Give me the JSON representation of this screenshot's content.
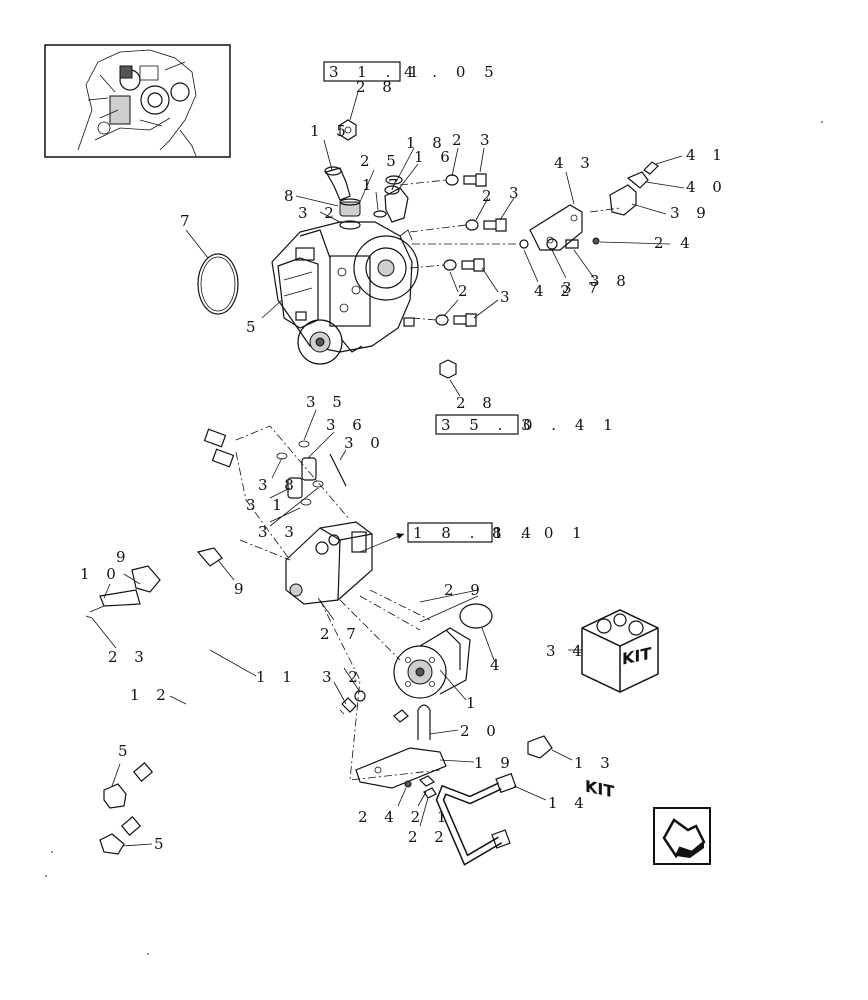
{
  "refs": {
    "r1": {
      "boxed": "3 1 . 1",
      "rest": "4 . 0 5"
    },
    "r2": {
      "boxed": "3 5 . 3",
      "rest": "0 . 4 1"
    },
    "r3": {
      "boxed": "1 8 . 1 4",
      "rest": "8 . 0 1"
    }
  },
  "labels": {
    "l28a": "2 8",
    "l15": "1 5",
    "l18": "1 8",
    "l2a": "2",
    "l3a": "3",
    "l25": "2 5",
    "l16": "1 6",
    "l17": "1 7",
    "l8": "8",
    "l32a": "3 2",
    "l2b": "2",
    "l3b": "3",
    "l43": "4 3",
    "l41": "4 1",
    "l40": "4 0",
    "l39": "3 9",
    "l24a": "2 4",
    "l7": "7",
    "l42a": "4 2",
    "l37": "3 7",
    "l38a": "3 8",
    "l2c": "2",
    "l3c": "3",
    "l5a": "5",
    "l28b": "2 8",
    "l35": "3 5",
    "l36": "3 6",
    "l30": "3 0",
    "l38b": "3 8",
    "l31": "3 1",
    "l33": "3 3",
    "l9a": "9",
    "l10": "1 0",
    "l9b": "9",
    "l29": "2 9",
    "l23": "2 3",
    "l27": "2 7",
    "l4": "4",
    "l34": "3 4",
    "l11": "1 1",
    "l32b": "3 2",
    "l1": "1",
    "l12": "1 2",
    "l20": "2 0",
    "l5b": "5",
    "l19": "1 9",
    "l13": "1 3",
    "l14": "1 4",
    "l2421": "2 4 2 1",
    "l22": "2 2",
    "l5c": "5"
  },
  "kit": {
    "left": "KIT",
    "right": "KIT"
  },
  "icons": {
    "thumbnail": "machine-overview-thumbnail",
    "nav": "navigation-arrow-icon",
    "kit": "kit-box-icon"
  }
}
